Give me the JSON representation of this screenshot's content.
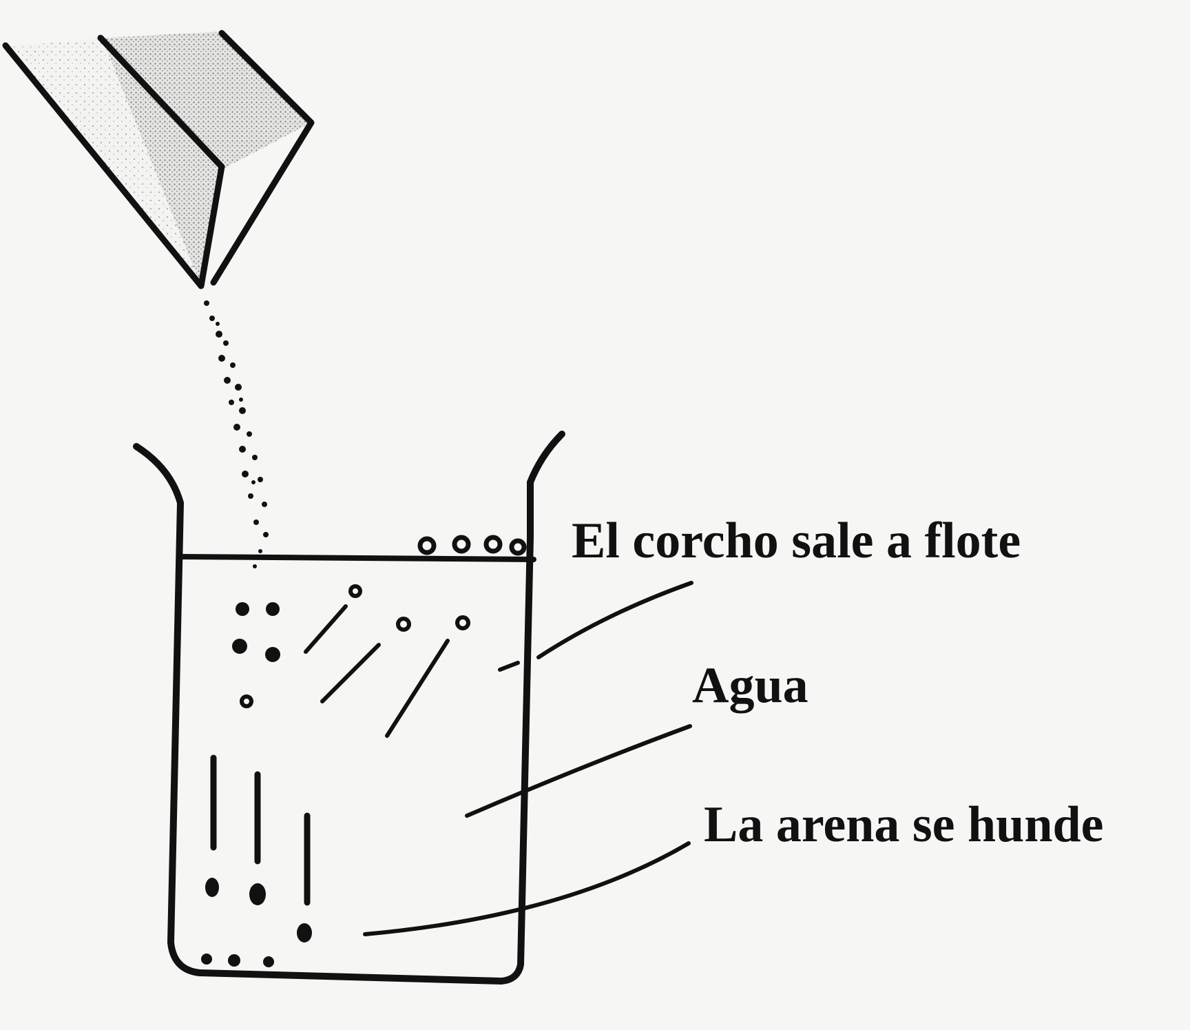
{
  "labels": {
    "cork_floats": "El corcho sale a flote",
    "water": "Agua",
    "sand_sinks": "La arena se hunde"
  },
  "colors": {
    "ink": "#111111",
    "background": "#f6f6f4",
    "mixture_fill": "#b8b8b8"
  }
}
